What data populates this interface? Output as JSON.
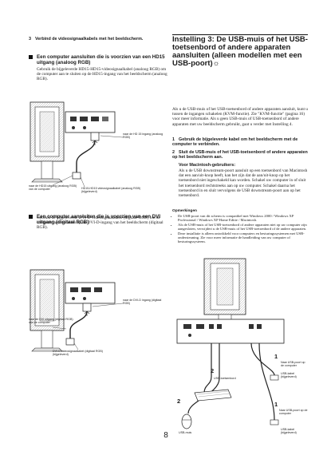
{
  "left": {
    "step3_num": "3",
    "step3_text": "Verbind de videosignaalkabels met het beeldscherm.",
    "sect1_title": "Een computer aansluiten die is voorzien van een HD15 uitgang (analoog RGB)",
    "sect1_body": "Gebruik de bijgeleverde HD15-HD15-videosignaalkabel (analoog RGB) om de computer aan te sluiten op de HD15-ingang van het beeldscherm (analoog RGB).",
    "fig1_label_a": "naar de HD 15 ingang (analoog RGB)",
    "fig1_label_b": "naar de HD15 uitgang (analoog RGB) van de computer",
    "fig1_label_c": "HD15-HD15 videosignaalkabel (analoog RGB) (bijgeleverd)",
    "sect2_title": "Een computer aansluiten die is voorzien van een DVI uitgang (digitaal RGB)",
    "sect2_body": "Gebruik de bijgeleverde DVI-D-videosignaalkabel (digitale RGB) om de computer aan te sluiten op de DVI-D-ingang van het beeldscherm (digitaal RGB).",
    "fig2_label_a": "naar de DVI-D ingang (digitaal RGB)",
    "fig2_label_b": "naar de DVI uitgang (digitaal RGB) van de computer",
    "fig2_label_c": "DVI-D videosignaalkabel (digitaal RGB) (bijgeleverd)"
  },
  "right": {
    "heading": "Instelling 3: De USB-muis of het USB-toetsenbord of andere apparaten aansluiten (alleen modellen met een USB-poort)",
    "heading_mark": "☼",
    "intro": "Als u de USB-muis of het USB-toetsenbord of andere apparaten aansluit, kunt u tussen de ingangen schakelen (KVM-functie). Zie \"KVM-functie\" (pagina 16) voor meer informatie. Als u geen USB-muis of USB-toetsenbord of andere apparaten met uw beeldscherm gebruikt, gaat u verder met Instelling 4.",
    "step1_num": "1",
    "step1_text": "Gebruik de bijgeleverde kabel om het beeldscherm met de computer te verbinden.",
    "step2_num": "2",
    "step2_text": "Sluit de USB-muis of het USB-toetsenbord of andere apparaten op het beeldscherm aan.",
    "mac_title": "Voor Macintosh-gebruikers:",
    "mac_body": "Als u de USB downstream-poort aansluit op een toetsenbord van Macintosh dat een aan/uit-knop heeft, kan het zijn dat de aan/uit-knop op het toetsenbord niet ingeschakeld kan worden. Schakel uw computer in of sluit het toetsenbord rechtstreeks aan op uw computer. Schakel daarna het toetsenbord in en sluit vervolgens de USB downstream-poort aan op het toetsenbord.",
    "notes_title": "Opmerkingen",
    "notes": [
      "De USB-poort van dit scherm is compatibel met Windows 2000 / Windows XP Professional / Windows XP Home Editie / Macintosh.",
      "Als de USB-muis of het USB-toetsenbord of andere apparaten niet op uw computer zijn aangesloten, verwijdert u de USB-muis of het USB-toetsenbord of de andere apparaten.",
      "Deze installatie is alleen ontwikkeld voor computers en besturingssystemen met USB-ondersteuning. Zie voor meer informatie de handleiding van uw computer of besturingssysteem."
    ],
    "fig_num_1a": "1",
    "fig_label_usb_pc1": "Naar USB-poort op de computer",
    "fig_label_cable1": "USB-kabel (bijgeleverd)",
    "fig_num_2a": "2",
    "fig_label_keyboard": "USB-toetsenbord",
    "fig_num_2b": "2",
    "fig_label_mouse": "USB-muis",
    "fig_num_1b": "1",
    "fig_label_usb_pc2": "Naar USB-poort op de computer",
    "fig_label_cable2": "USB-kabel (bijgeleverd)"
  },
  "page_number": "8"
}
